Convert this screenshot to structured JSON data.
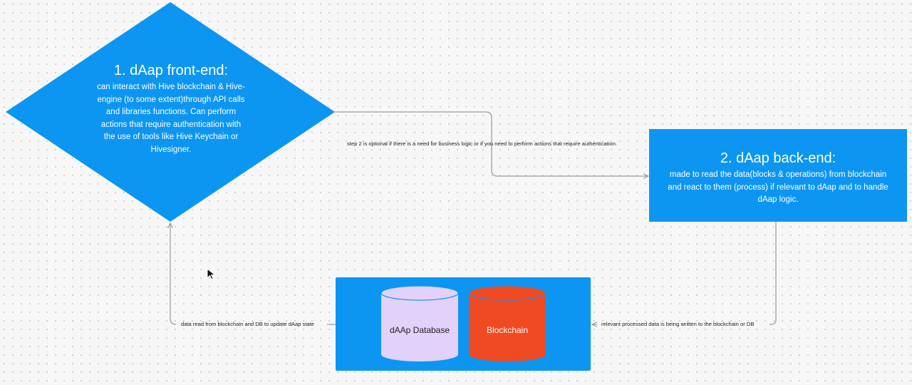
{
  "frontend": {
    "title": "1. dAap front-end:",
    "lines": [
      "can interact with Hive blockchain & Hive-",
      "engine (to some extent)through API calls",
      "and libraries functions. Can perform",
      "actions that require authentication with",
      "the use of tools like Hive Keychain or",
      "Hivesigner."
    ]
  },
  "backend": {
    "title": "2. dAap back-end:",
    "lines": [
      "made to read the data(blocks & operations) from blockchain",
      "and react to them (process) if relevant to dAap and to handle",
      "dAap logic."
    ]
  },
  "storage": {
    "database_label": "dAAp Database",
    "blockchain_label": "Blockchain"
  },
  "edges": {
    "optional_step": "step 2 is optional if there is a need for business logic or if you need to perform actions that require authentication.",
    "written_back": "relevant processed data is being written to the blockchain or DB",
    "read_back": "data read from blockchain and DB to update dAap state"
  },
  "colors": {
    "node_blue": "#0c96f2",
    "database_fill": "#e2d1f8",
    "blockchain_fill": "#f04a23",
    "connector": "#9a9a9a"
  }
}
